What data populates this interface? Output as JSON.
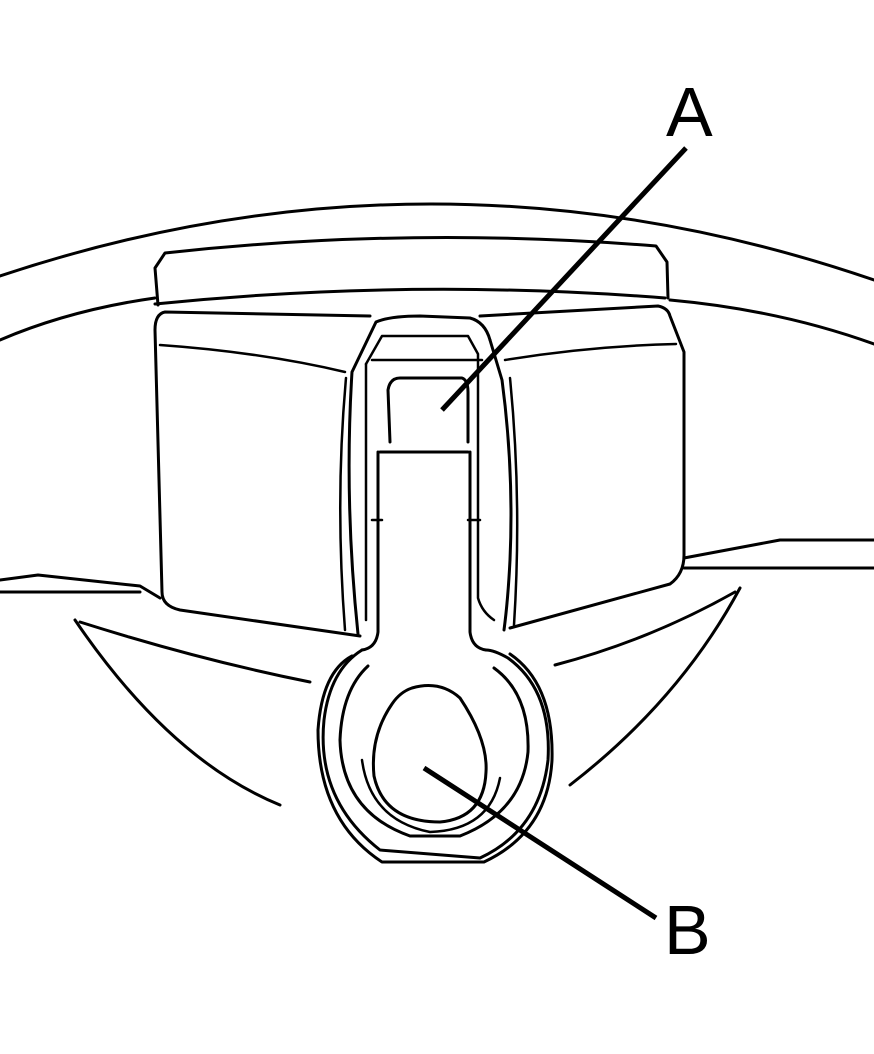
{
  "diagram": {
    "callouts": [
      {
        "id": "a",
        "label": "A"
      },
      {
        "id": "b",
        "label": "B"
      }
    ],
    "colors": {
      "line": "#000000",
      "background": "#ffffff"
    }
  }
}
